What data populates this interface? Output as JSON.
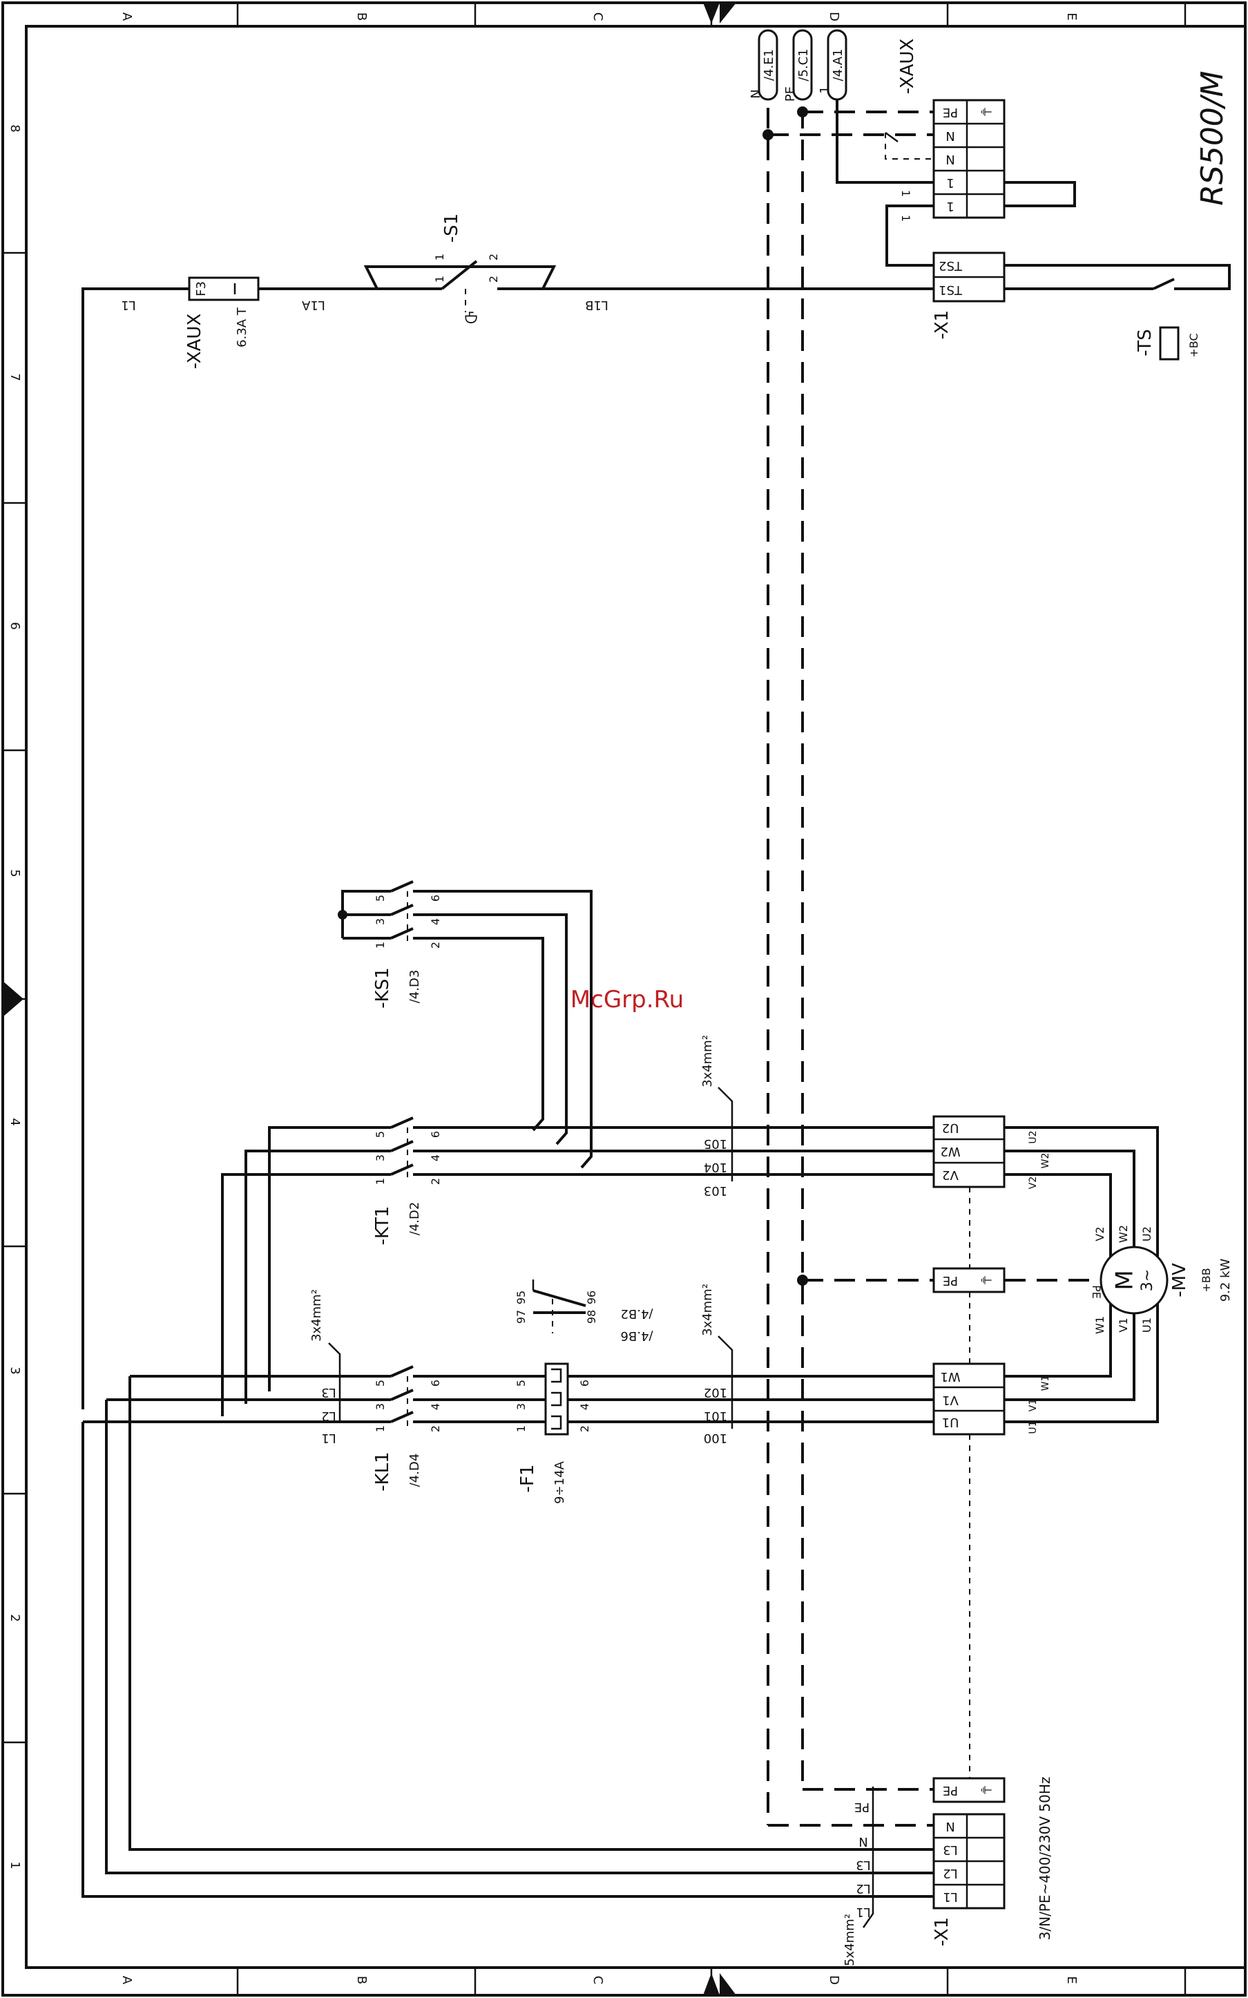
{
  "title_block": {
    "drawing_title": "RS500/M"
  },
  "border": {
    "columns": [
      "A",
      "B",
      "C",
      "D",
      "E"
    ],
    "rows": [
      "1",
      "2",
      "3",
      "4",
      "5",
      "6",
      "7",
      "8"
    ]
  },
  "watermark": "McGrp.Ru",
  "cross_refs": [
    "/4.E1",
    "/5.C1",
    "/4.A1"
  ],
  "aux_terminal": {
    "name": "-XAUX",
    "wire_labels": [
      "N",
      "PE",
      "1"
    ],
    "terminals": [
      "PE",
      "N",
      "N",
      "1",
      "1"
    ],
    "jumper_labels": [
      "1",
      "1"
    ]
  },
  "fuse": {
    "name": "-XAUX",
    "tag": "F3",
    "rating": "6.3A T",
    "wire_in": "L1",
    "wire_out": "L1A"
  },
  "switch_s1": {
    "name": "-S1",
    "pins_left": [
      "1",
      "1"
    ],
    "pins_right": [
      "2",
      "2"
    ],
    "wire_out": "L1B"
  },
  "thermostat": {
    "terminal_block": "-X1",
    "terminals": [
      "TS2",
      "TS1"
    ],
    "name": "-TS",
    "location": "+BC"
  },
  "ks1": {
    "name": "-KS1",
    "ref": "/4.D3",
    "pins_top": [
      "5",
      "3",
      "1"
    ],
    "pins_bottom": [
      "6",
      "4",
      "2"
    ]
  },
  "kt1": {
    "name": "-KT1",
    "ref": "/4.D2",
    "pins_top": [
      "5",
      "3",
      "1"
    ],
    "pins_bottom": [
      "6",
      "4",
      "2"
    ],
    "wires": [
      "105",
      "104",
      "103"
    ]
  },
  "kl1": {
    "name": "-KL1",
    "ref": "/4.D4",
    "pins_top": [
      "5",
      "3",
      "1"
    ],
    "pins_bottom": [
      "6",
      "4",
      "2"
    ],
    "phase_labels": [
      "L3",
      "L2",
      "L1"
    ]
  },
  "overload": {
    "name": "-F1",
    "range": "9÷14A",
    "aux_pins_top": [
      "97",
      "95"
    ],
    "aux_pins_bottom": [
      "98",
      "96"
    ],
    "refs": [
      "/4.B2",
      "/4.B6"
    ],
    "main_pins_top": [
      "5",
      "3",
      "1"
    ],
    "main_pins_bottom": [
      "6",
      "4",
      "2"
    ],
    "wires": [
      "102",
      "101",
      "100"
    ]
  },
  "cables": {
    "upper": "3x4mm²",
    "lower": "3x4mm²",
    "phases": "3x4mm²",
    "supply": "5x4mm²"
  },
  "motor": {
    "name": "-MV",
    "location": "+BB",
    "power": "9.2 kW",
    "symbol_top": "M",
    "symbol_bottom": "3~",
    "terminals_star": [
      "U2",
      "W2",
      "V2"
    ],
    "terminals_main": [
      "W1",
      "V1",
      "U1"
    ],
    "pe": "PE",
    "winding_labels": [
      "V2",
      "W2",
      "U2",
      "W1",
      "V1",
      "U1"
    ],
    "tick_labels_upper": [
      "U2",
      "V2",
      "W2"
    ],
    "tick_labels_lower": [
      "U1",
      "V1",
      "W1"
    ]
  },
  "motor_pe_terminal": "PE",
  "supply": {
    "terminal_block": "-X1",
    "terminals": [
      "PE",
      "N",
      "L3",
      "L2",
      "L1"
    ],
    "wire_labels": [
      "PE",
      "N",
      "L3",
      "L2",
      "L1"
    ],
    "spec": "3/N/PE~400/230V 50Hz"
  }
}
